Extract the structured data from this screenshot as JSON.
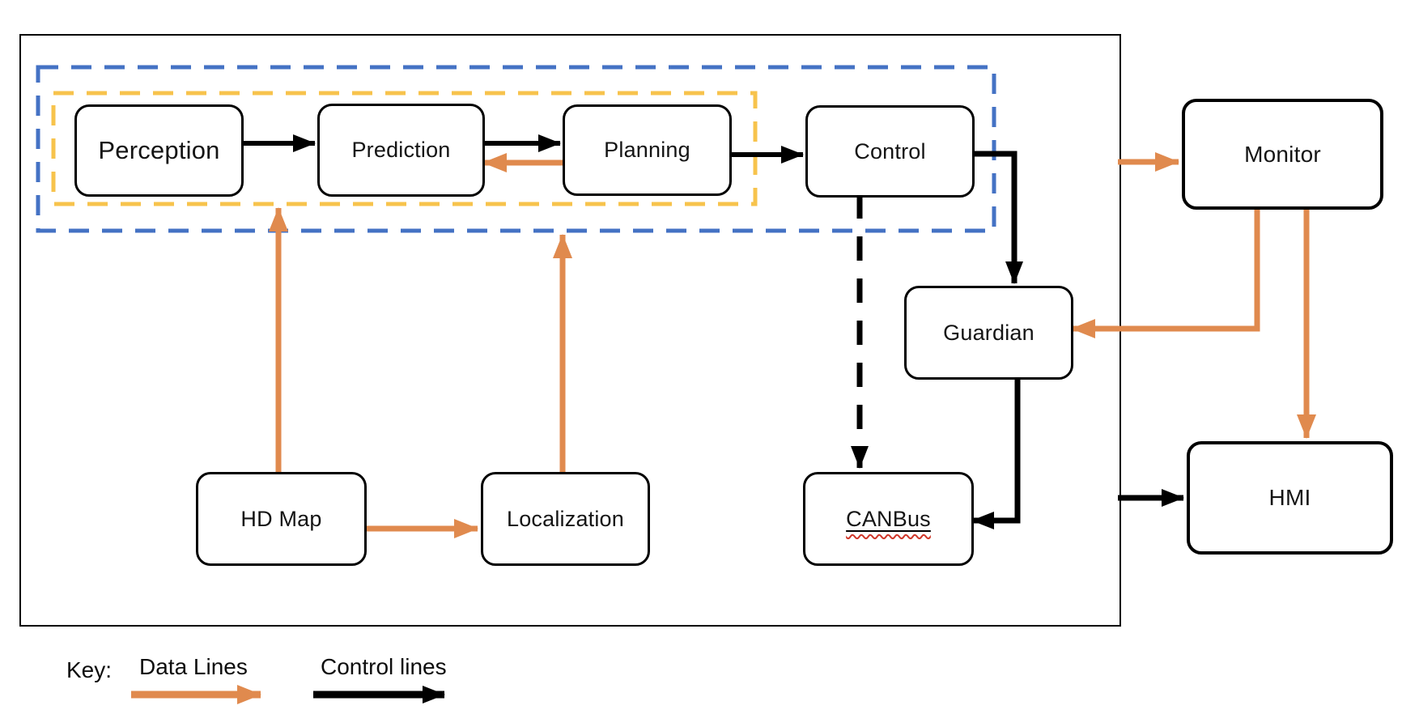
{
  "diagram": {
    "nodes": {
      "perception": "Perception",
      "prediction": "Prediction",
      "planning": "Planning",
      "control": "Control",
      "guardian": "Guardian",
      "canbus": "CANBus",
      "hd_map": "HD Map",
      "localization": "Localization",
      "monitor": "Monitor",
      "hmi": "HMI"
    },
    "key": {
      "title": "Key:",
      "data_lines": "Data Lines",
      "control_lines": "Control lines"
    },
    "colors": {
      "data_line": "#E08A4E",
      "control_line": "#000000",
      "autonomy_box": "#4472C4",
      "planning_box": "#F7C34C",
      "spellcheck_underline": "#D0382B"
    },
    "edges": [
      {
        "from": "perception",
        "to": "prediction",
        "type": "control"
      },
      {
        "from": "prediction",
        "to": "planning",
        "type": "control"
      },
      {
        "from": "planning",
        "to": "control",
        "type": "control"
      },
      {
        "from": "planning",
        "to": "prediction",
        "type": "data"
      },
      {
        "from": "control",
        "to": "guardian",
        "type": "control"
      },
      {
        "from": "control",
        "to": "canbus",
        "type": "control-dashed"
      },
      {
        "from": "guardian",
        "to": "canbus",
        "type": "control"
      },
      {
        "from": "hd_map",
        "to": "planning-group",
        "type": "data"
      },
      {
        "from": "hd_map",
        "to": "localization",
        "type": "data"
      },
      {
        "from": "localization",
        "to": "autonomy-group",
        "type": "data"
      },
      {
        "from": "system",
        "to": "monitor",
        "type": "data"
      },
      {
        "from": "monitor",
        "to": "guardian",
        "type": "data"
      },
      {
        "from": "monitor",
        "to": "hmi",
        "type": "data"
      },
      {
        "from": "system",
        "to": "hmi",
        "type": "control"
      }
    ]
  }
}
